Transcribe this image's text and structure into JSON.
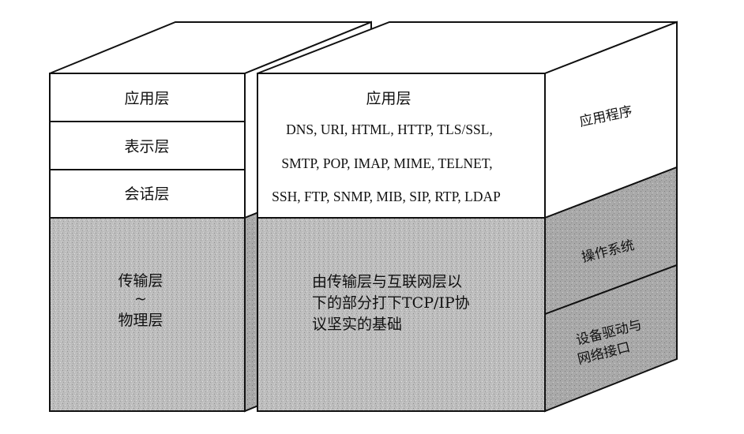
{
  "left_block": {
    "layers": [
      "应用层",
      "表示层",
      "会话层"
    ],
    "lower": {
      "top": "传输层",
      "connector": "~",
      "bottom": "物理层"
    }
  },
  "middle_block": {
    "title": "应用层",
    "protocol_lines": [
      "DNS, URI, HTML, HTTP, TLS/SSL,",
      "SMTP, POP, IMAP, MIME, TELNET,",
      "SSH, FTP, SNMP, MIB, SIP, RTP, LDAP"
    ],
    "lower_lines": [
      "由传输层与互联网层以",
      "下的部分打下TCP/IP协",
      "议坚实的基础"
    ]
  },
  "right_side": {
    "top": "应用程序",
    "middle": "操作系统",
    "bottom_lines": [
      "设备驱动与",
      "网络接口"
    ]
  },
  "colors": {
    "shade": "#bdbdbd",
    "stroke": "#111111",
    "paper": "#ffffff"
  }
}
